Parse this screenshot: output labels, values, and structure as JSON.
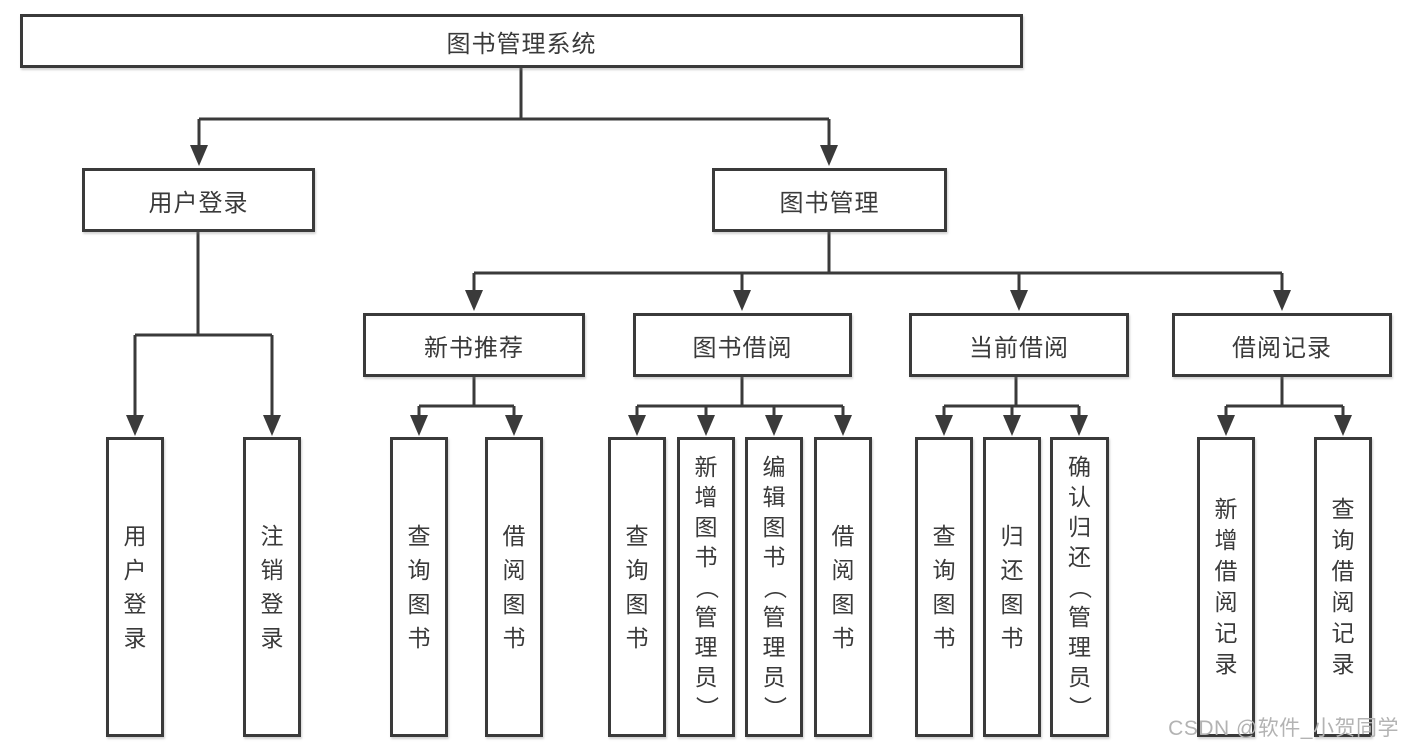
{
  "diagram": {
    "root": {
      "label": "图书管理系统"
    },
    "branches": [
      {
        "label": "用户登录",
        "leaves": [
          "用户登录",
          "注销登录"
        ]
      },
      {
        "label": "图书管理",
        "sections": [
          {
            "label": "新书推荐",
            "leaves": [
              "查询图书",
              "借阅图书"
            ]
          },
          {
            "label": "图书借阅",
            "leaves": [
              "查询图书",
              "新增图书（管理员）",
              "编辑图书（管理员）",
              "借阅图书"
            ]
          },
          {
            "label": "当前借阅",
            "leaves": [
              "查询图书",
              "归还图书",
              "确认归还（管理员）"
            ]
          },
          {
            "label": "借阅记录",
            "leaves": [
              "新增借阅记录",
              "查询借阅记录"
            ]
          }
        ]
      }
    ],
    "watermark": "CSDN @软件_小贺同学",
    "colors": {
      "line": "#3a3a3a",
      "text": "#3a3a3a",
      "watermark": "#b3b3b3",
      "background": "#ffffff"
    }
  }
}
